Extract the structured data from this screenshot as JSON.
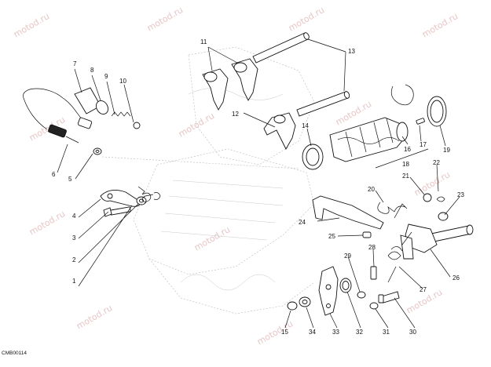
{
  "diagram": {
    "code": "CMB00114",
    "watermark": "motod.ru",
    "callouts": [
      "1",
      "2",
      "3",
      "4",
      "5",
      "6",
      "7",
      "8",
      "9",
      "10",
      "11",
      "12",
      "13",
      "14",
      "15",
      "16",
      "17",
      "18",
      "19",
      "20",
      "21",
      "22",
      "23",
      "24",
      "25",
      "26",
      "27",
      "28",
      "29",
      "30",
      "31",
      "32",
      "33",
      "34"
    ]
  }
}
